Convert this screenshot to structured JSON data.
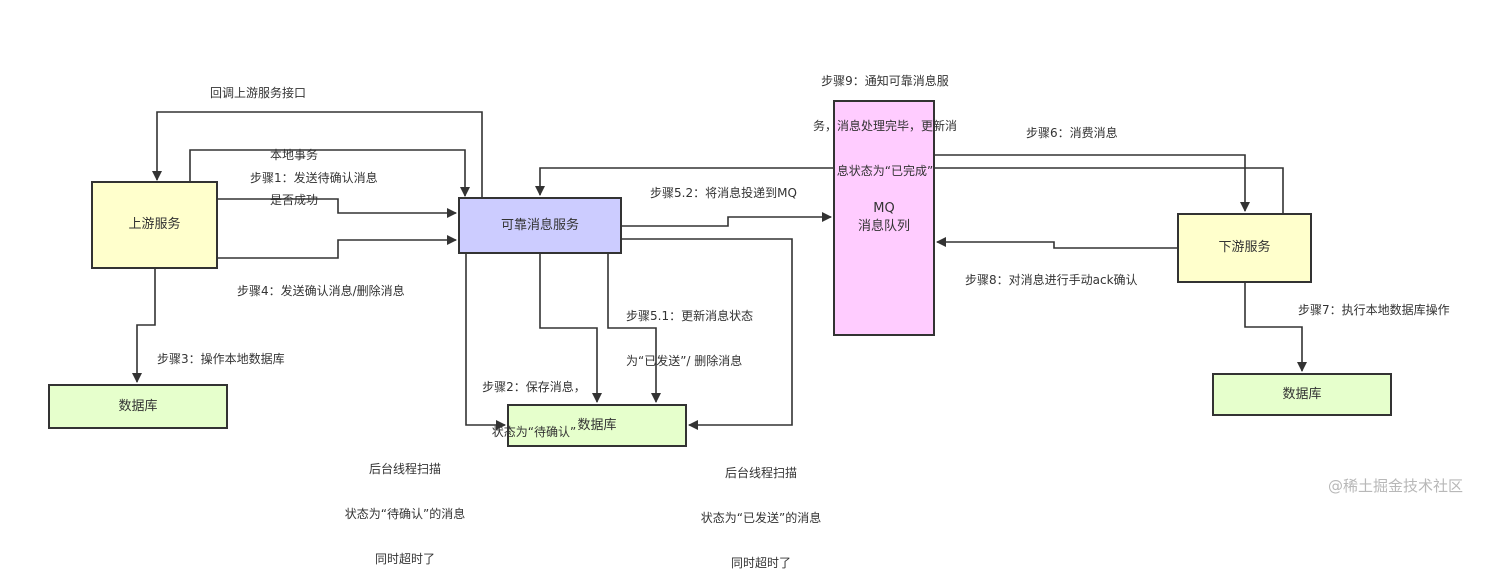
{
  "nodes": {
    "upstream": "上游服务",
    "service": "可靠消息服务",
    "mq_line1": "MQ",
    "mq_line2": "消息队列",
    "downstream": "下游服务",
    "db_left": "数据库",
    "db_middle": "数据库",
    "db_right": "数据库"
  },
  "labels": {
    "callback": "回调上游服务接口",
    "local_tx_1": "本地事务",
    "local_tx_2": "是否成功",
    "step1": "步骤1：发送待确认消息",
    "step4": "步骤4：发送确认消息/删除消息",
    "step3": "步骤3：操作本地数据库",
    "step2_1": "步骤2：保存消息，",
    "step2_2": "状态为“待确认”",
    "step51_1": "步骤5.1：更新消息状态",
    "step51_2": "为“已发送”/ 删除消息",
    "step52": "步骤5.2：将消息投递到MQ",
    "step9_1": "步骤9：通知可靠消息服",
    "step9_2": "务，消息处理完毕，更新消",
    "step9_3": "息状态为“已完成”",
    "step6": "步骤6：消费消息",
    "step8": "步骤8：对消息进行手动ack确认",
    "step7": "步骤7：执行本地数据库操作",
    "scan_pending_1": "后台线程扫描",
    "scan_pending_2": "状态为“待确认”的消息",
    "scan_pending_3": "同时超时了",
    "scan_sent_1": "后台线程扫描",
    "scan_sent_2": "状态为“已发送”的消息",
    "scan_sent_3": "同时超时了"
  },
  "watermark": "@稀土掘金技术社区",
  "colors": {
    "upstream_fill": "#ffffcc",
    "service_fill": "#ccccff",
    "mq_fill": "#ffccff",
    "database_fill": "#e6ffcc",
    "line": "#333333"
  }
}
